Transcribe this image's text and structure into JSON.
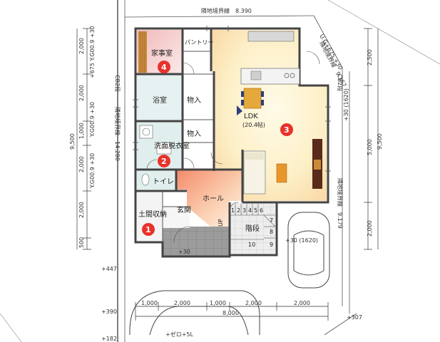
{
  "top_boundary": "隣地境界線　8.390",
  "right_boundary_upper": "隣地境界線　9.167",
  "right_boundary_lower": "隣地境界線　9.179",
  "left_boundary": "隣地境界線　14.280",
  "left_cb": "CB2段",
  "right_cb": "CB2段",
  "left_dims": [
    "2,000",
    "2,000",
    "1,000",
    "2,000",
    "2,000",
    "500"
  ],
  "left_total": "9,500",
  "right_dims": [
    "2,500",
    "5,000",
    "2,000"
  ],
  "right_total": "9,500",
  "bottom_dims": [
    "1,000",
    "2,000",
    "1,000",
    "2,000",
    "2,000"
  ],
  "bottom_total": "8,000",
  "levels": {
    "right_top": "U.G+675 +30",
    "left_1": "+675 Y.G00.9 +30",
    "left_2": "Y.G00.9 +30",
    "left_3": "Y.G00.9 +30",
    "right_1": "+30 (1620)",
    "stair_level": "+30 (1620)",
    "entrance": "+30",
    "left_447": "+447",
    "left_390": "+390",
    "left_182": "+182",
    "right_307": "+307"
  },
  "rooms": {
    "study": "家事室",
    "pantry": "パントリー",
    "bath": "浴室",
    "storage1": "物入",
    "storage2": "物入",
    "laundry": "洗面脱衣室",
    "toilet": "トイレ",
    "hall": "ホール",
    "entrance": "玄関",
    "shoe_storage": "土間収納",
    "stairs": "階段",
    "ldk": "LDK",
    "ldk_size": "(20.4帖)",
    "up": "UP"
  },
  "stair_numbers": [
    "1",
    "2",
    "3",
    "4",
    "5",
    "6",
    "7",
    "8",
    "9",
    "10"
  ],
  "markers": [
    "1",
    "2",
    "3",
    "4"
  ],
  "bottom_label": "+ゼロ+5L",
  "colors": {
    "marker": "#e8322a",
    "ldk_fill": "#fdf2cc",
    "hall_fill": "#f7b08a",
    "water_fill": "#dfeeee",
    "study_fill": "#f3c5c5",
    "entrance_fill": "#9a9a9a"
  }
}
